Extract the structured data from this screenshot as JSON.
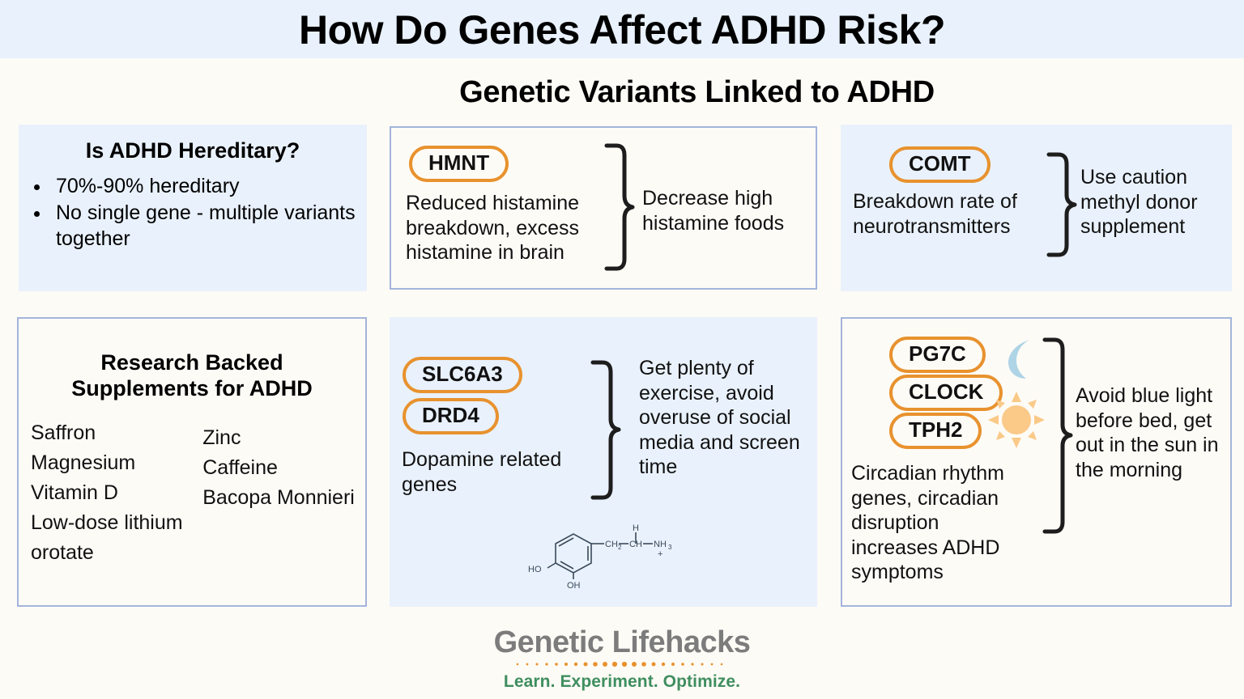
{
  "header": {
    "main_title": "How Do Genes Affect ADHD Risk?",
    "section_title": "Genetic Variants Linked to ADHD",
    "band_color": "#e9f1fc"
  },
  "colors": {
    "page_background": "#fdfbf6",
    "panel_blue": "#e9f1fc",
    "panel_cream": "#fdfbf6",
    "panel_border": "#a3b4dc",
    "gene_pill_border": "#e8922e",
    "moon": "#aed4e6",
    "sun": "#fbc988",
    "logo_gray": "#7c7c7c",
    "logo_green": "#3f8e5f",
    "logo_dots": "#e8922e"
  },
  "panels": {
    "hereditary": {
      "title": "Is ADHD Hereditary?",
      "bullets": [
        "70%-90% hereditary",
        "No single gene - multiple variants together"
      ]
    },
    "hmnt": {
      "genes": [
        "HMNT"
      ],
      "description": "Reduced histamine breakdown, excess histamine in brain",
      "action": "Decrease high histamine foods"
    },
    "comt": {
      "genes": [
        "COMT"
      ],
      "description": "Breakdown rate of neurotransmitters",
      "action": "Use caution methyl donor supplement"
    },
    "supplements": {
      "title": "Research Backed Supplements for ADHD",
      "column_left": [
        "Saffron",
        "Magnesium",
        "Vitamin D",
        "Low-dose lithium orotate"
      ],
      "column_right": [
        "Zinc",
        "Caffeine",
        "Bacopa Monnieri"
      ]
    },
    "dopamine": {
      "genes": [
        "SLC6A3",
        "DRD4"
      ],
      "description": "Dopamine related genes",
      "action": "Get plenty of exercise, avoid overuse of social media and screen time",
      "molecule": {
        "name": "dopamine-structure",
        "labels": [
          "HO",
          "OH",
          "CH",
          "H",
          "CH",
          "NH",
          "3",
          "2",
          "+"
        ],
        "label_ho": "HO",
        "label_oh": "OH",
        "label_ch2": "CH",
        "label_ch2_sub": "2",
        "label_h": "H",
        "label_ch": "CH",
        "label_nh3": "NH",
        "label_nh3_sub": "3",
        "label_plus": "+"
      }
    },
    "circadian": {
      "genes": [
        "PG7C",
        "CLOCK",
        "TPH2"
      ],
      "description": "Circadian rhythm genes, circadian disruption increases ADHD symptoms",
      "action": "Avoid blue light before bed, get out in the sun in the morning",
      "icons": [
        "moon-icon",
        "sun-icon"
      ]
    }
  },
  "footer": {
    "logo_text": "Genetic Lifehacks",
    "tagline": "Learn. Experiment. Optimize."
  }
}
